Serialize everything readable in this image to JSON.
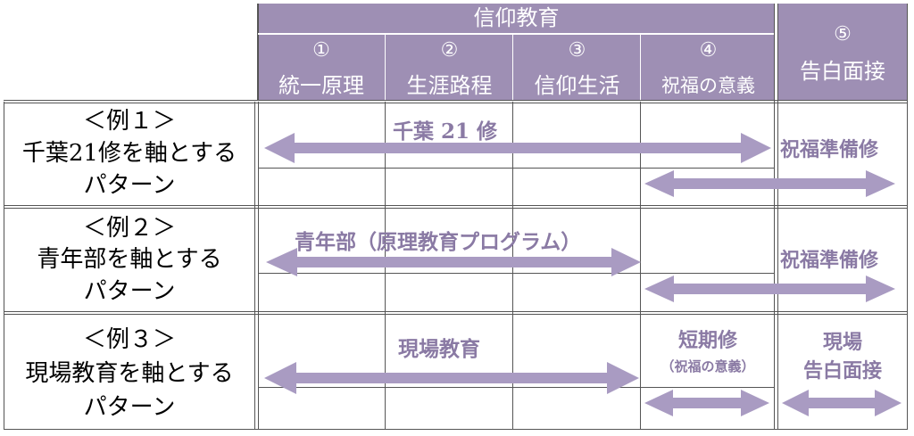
{
  "header": {
    "group_title": "信仰教育",
    "columns": [
      {
        "num": "①",
        "label": "統一原理"
      },
      {
        "num": "②",
        "label": "生涯路程"
      },
      {
        "num": "③",
        "label": "信仰生活"
      },
      {
        "num": "④",
        "label": "祝福の意義"
      }
    ],
    "col5": {
      "num": "⑤",
      "label": "告白面接"
    }
  },
  "rows": [
    {
      "line1": "＜例１＞",
      "line2": "千葉21修を軸とする",
      "line3": "パターン",
      "arrow_label": "千葉 21 修",
      "right_label": "祝福準備修"
    },
    {
      "line1": "＜例２＞",
      "line2": "青年部を軸とする",
      "line3": "パターン",
      "arrow_label": "青年部（原理教育プログラム）",
      "right_label": "祝福準備修"
    },
    {
      "line1": "＜例３＞",
      "line2": "現場教育を軸とする",
      "line3": "パターン",
      "arrow_label": "現場教育",
      "col4_label1": "短期修",
      "col4_label2": "（祝福の意義）",
      "col5_label1": "現場",
      "col5_label2": "告白面接"
    }
  ],
  "colors": {
    "header": "#9e8fb4",
    "arrow": "#a99bc2",
    "label": "#8a7aa4"
  }
}
